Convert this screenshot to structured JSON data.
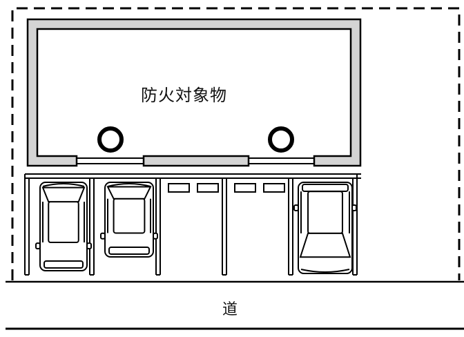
{
  "labels": {
    "building": "防火対象物",
    "road": "道"
  },
  "parking": {
    "spaces": [
      {
        "occupied": true,
        "car_orientation": "front-down"
      },
      {
        "occupied": true,
        "car_orientation": "front-down"
      },
      {
        "occupied": false
      },
      {
        "occupied": false
      },
      {
        "occupied": true,
        "car_orientation": "front-up"
      }
    ]
  },
  "colors": {
    "line": "#000000",
    "wall_fill": "#d4d4d4",
    "background": "#ffffff"
  }
}
